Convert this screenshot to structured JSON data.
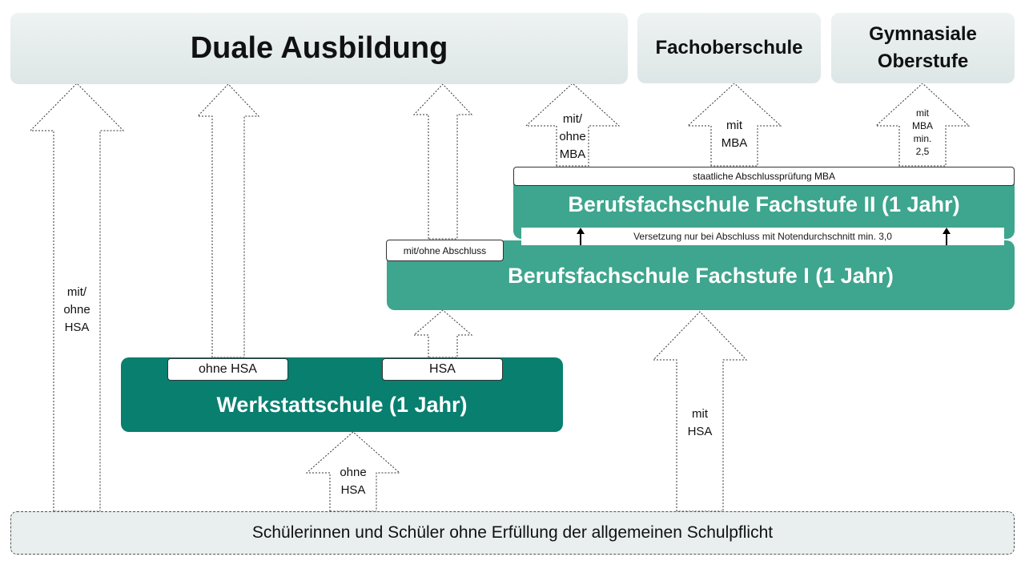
{
  "boxes": {
    "duale_ausbildung": "Duale Ausbildung",
    "fachoberschule": "Fachoberschule",
    "gymnasiale_oberstufe": "Gymnasiale Oberstufe",
    "bfs_fachstufe_ii": "Berufsfachschule Fachstufe II (1 Jahr)",
    "bfs_fachstufe_i": "Berufsfachschule Fachstufe I (1 Jahr)",
    "werkstattschule": "Werkstattschule (1 Jahr)",
    "schueler": "Schülerinnen und Schüler ohne Erfüllung der allgemeinen Schulpflicht"
  },
  "labels": {
    "staatliche_pruefung": "staatliche Abschlussprüfung MBA",
    "versetzung": "Versetzung nur bei Abschluss mit Notendurchschnitt min. 3,0",
    "mit_ohne_abschluss": "mit/ohne Abschluss",
    "ohne_hsa": "ohne HSA",
    "hsa": "HSA"
  },
  "arrow_labels": {
    "left_long": "mit/\nohne\nHSA",
    "bfs2_to_duale": "mit/\nohne\nMBA",
    "bfs2_to_fos": "mit\nMBA",
    "bfs2_to_gym": "mit\nMBA\nmin.\n2,5",
    "bottom_to_bfs1": "mit\nHSA",
    "bottom_to_werkstatt": "ohne\nHSA"
  }
}
